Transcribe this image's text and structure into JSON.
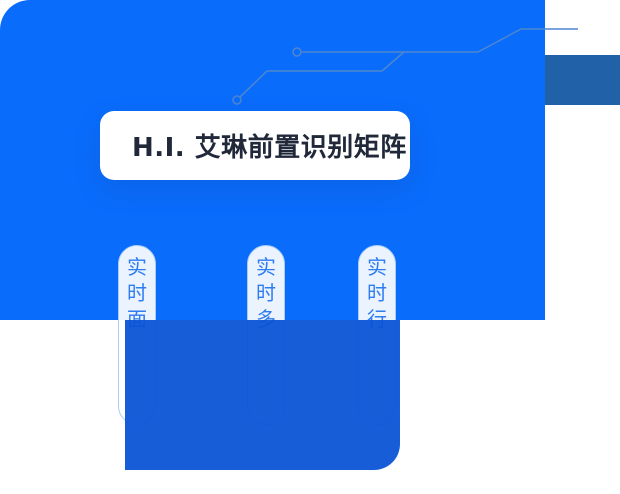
{
  "header": {
    "title": "H.I. 艾琳前置识别矩阵"
  },
  "feature_cards": [
    {
      "label": "实时面",
      "chars": [
        "实",
        "时",
        "面"
      ]
    },
    {
      "label": "实时多",
      "chars": [
        "实",
        "时",
        "多"
      ]
    },
    {
      "label": "实时行",
      "chars": [
        "实",
        "时",
        "行"
      ]
    }
  ],
  "colors": {
    "primary_blue": "#0a6cfb",
    "accent_navy": "#2161a8",
    "panel_blue": "#0a53d6",
    "circuit_line": "#4e86cf",
    "card_border": "#a9cdf9",
    "card_text_blue": "#2e7cf0",
    "title_text": "#20283a"
  }
}
